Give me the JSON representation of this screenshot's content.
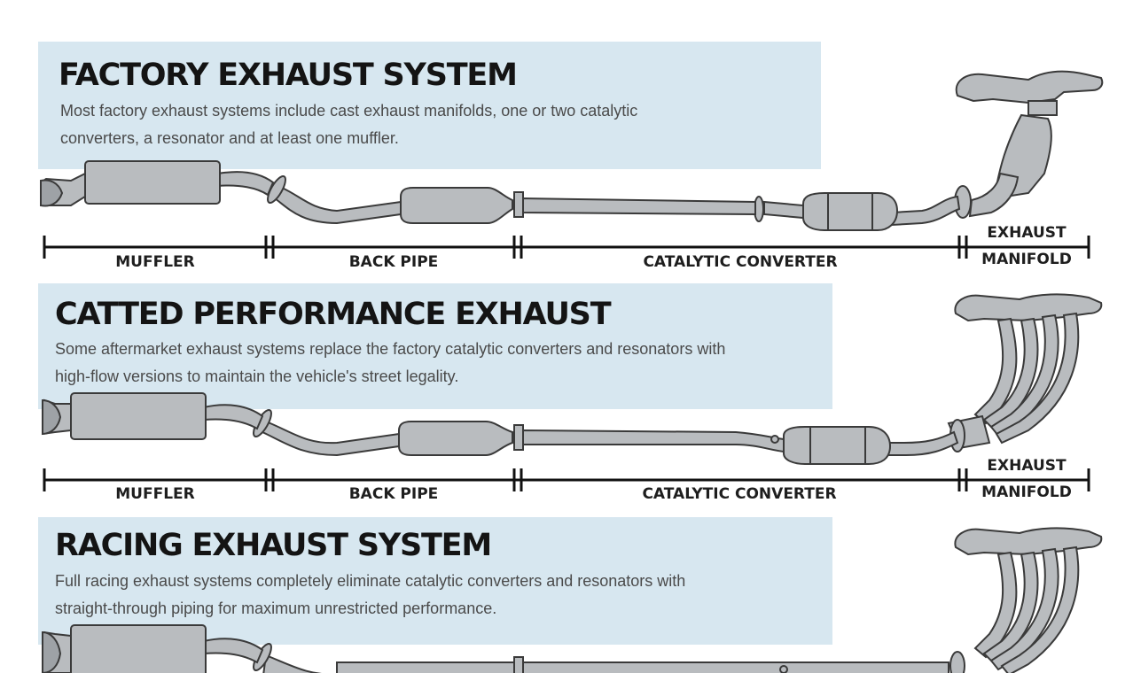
{
  "sections": [
    {
      "title": "FACTORY EXHAUST SYSTEM",
      "description": [
        "Most factory exhaust systems include cast exhaust manifolds, one or two catalytic",
        "converters, a resonator and at least one muffler."
      ],
      "labels": {
        "muffler": "MUFFLER",
        "back_pipe": "BACK PIPE",
        "catalytic_converter": "CATALYTIC CONVERTER",
        "exhaust_manifold": [
          "EXHAUST",
          "MANIFOLD"
        ]
      }
    },
    {
      "title": "CATTED PERFORMANCE EXHAUST",
      "description": [
        "Some aftermarket exhaust systems replace the factory catalytic converters and resonators with",
        "high-flow versions to maintain the vehicle's street legality."
      ],
      "labels": {
        "muffler": "MUFFLER",
        "back_pipe": "BACK PIPE",
        "catalytic_converter": "CATALYTIC CONVERTER",
        "exhaust_manifold": [
          "EXHAUST",
          "MANIFOLD"
        ]
      }
    },
    {
      "title": "RACING EXHAUST SYSTEM",
      "description": [
        "Full racing exhaust systems completely eliminate catalytic converters and resonators with",
        "straight-through piping for maximum unrestricted performance."
      ]
    }
  ],
  "colors": {
    "info_box": "#d7e7f0",
    "metal": "#b9bcbf",
    "metal_outline": "#3a3a3a",
    "ruler": "#111111"
  }
}
